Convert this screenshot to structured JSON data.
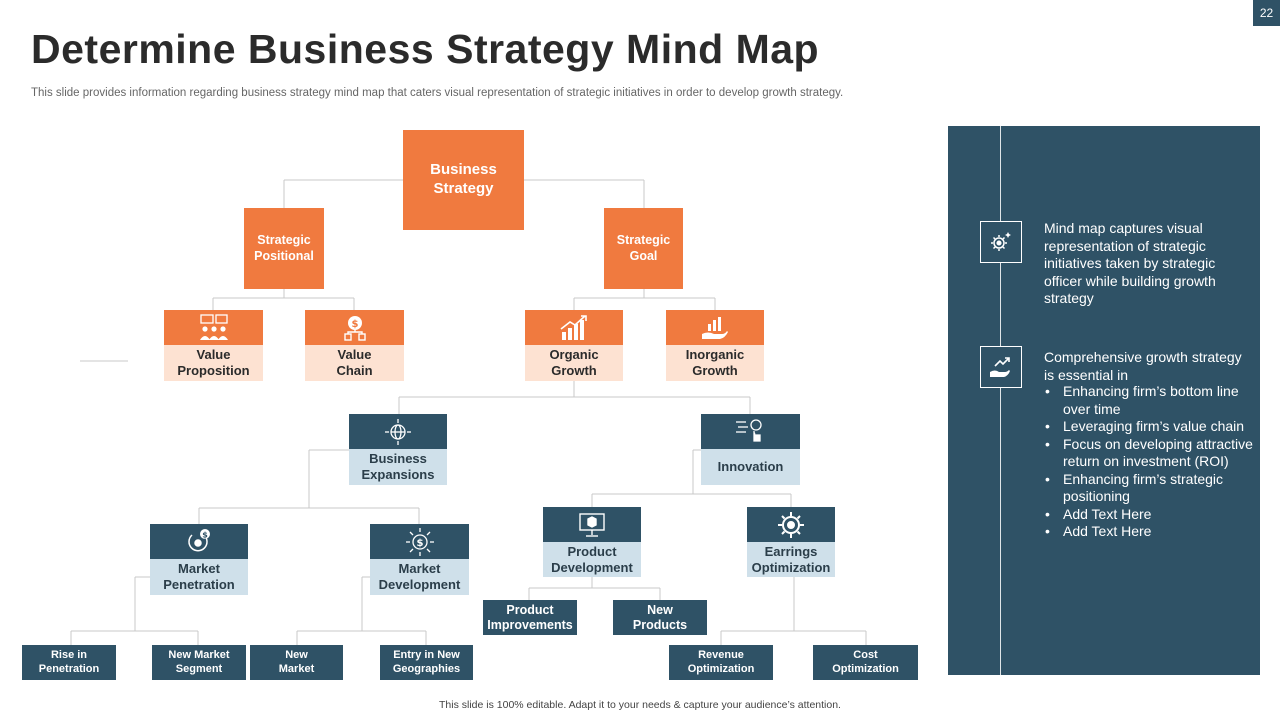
{
  "slide_number": "22",
  "title": "Determine Business Strategy Mind Map",
  "subtitle": "This slide provides information regarding business strategy mind map that caters visual representation of strategic initiatives in order to develop growth strategy.",
  "footer": "This slide is 100% editable.  Adapt it to your needs & capture your audience’s attention.",
  "tree": {
    "root": "Business Strategy",
    "strategic_positional": "Strategic Positional",
    "strategic_goal": "Strategic Goal",
    "value_proposition": "Value Proposition",
    "value_chain": "Value Chain",
    "organic_growth": "Organic Growth",
    "inorganic_growth": "Inorganic Growth",
    "business_expansions": "Business Expansions",
    "innovation": "Innovation",
    "market_penetration": "Market Penetration",
    "market_development": "Market Development",
    "product_development": "Product Development",
    "earrings_optimization": "Earrings Optimization",
    "product_improvements": "Product Improvements",
    "new_products": "New Products",
    "rise_in_penetration": "Rise in Penetration",
    "new_market_segment": "New Market Segment",
    "new_market": "New Market",
    "entry_in_new_geographies": "Entry in New Geographies",
    "revenue_optimization": "Revenue Optimization",
    "cost_optimization": "Cost Optimization"
  },
  "panel": {
    "text1": "Mind  map captures visual representation of strategic initiatives taken by strategic officer while building growth strategy",
    "text2": "Comprehensive growth strategy is essential in",
    "bullets": [
      "Enhancing firm’s bottom line over time",
      "Leveraging firm’s value chain",
      "Focus on developing attractive return on investment (ROI)",
      "Enhancing firm’s strategic positioning",
      "Add Text Here",
      "Add Text Here"
    ]
  },
  "icons": {
    "value_proposition": "team-presentation-icon",
    "value_chain": "money-network-icon",
    "organic_growth": "bar-chart-growth-icon",
    "inorganic_growth": "hand-growth-icon",
    "business_expansions": "globe-arrows-icon",
    "innovation": "touch-innovation-icon",
    "market_penetration": "dollar-target-icon",
    "market_development": "dollar-burst-icon",
    "product_development": "monitor-box-icon",
    "earrings_optimization": "gear-icon",
    "panel_1": "gear-cycle-icon",
    "panel_2": "hand-growth-arrow-icon"
  },
  "colors": {
    "orange": "#f07a3f",
    "peach": "#fde2d2",
    "navy": "#2f5266",
    "pale_blue": "#cfe0ea"
  }
}
